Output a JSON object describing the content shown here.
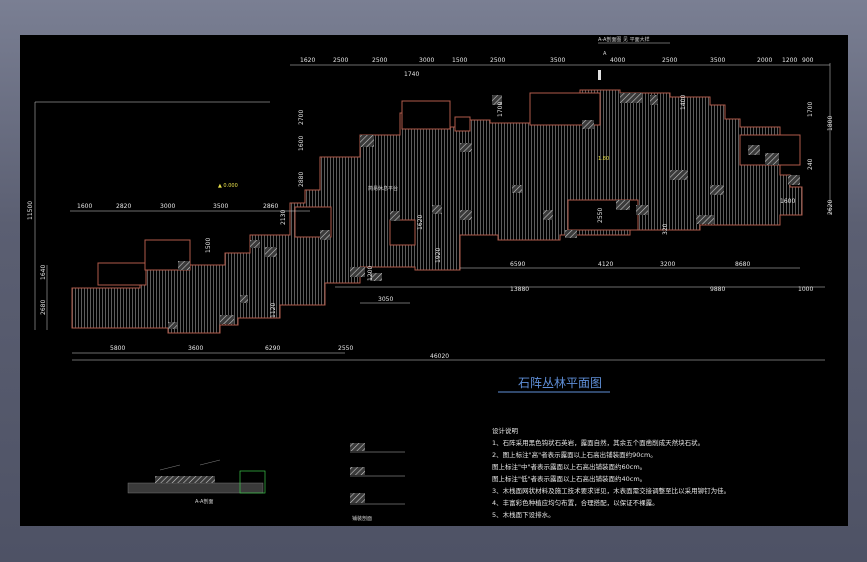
{
  "drawing": {
    "title": "石阵丛林平面图",
    "top_label": "A-A剖面图 见 平面大样",
    "section_mark": "A",
    "center_label": "简易休息平台",
    "dims_top_upper": [
      "1620",
      "2500",
      "2500",
      "3000",
      "1500",
      "2500",
      "3500",
      "4000",
      "2500",
      "3500",
      "2000",
      "1200",
      "900"
    ],
    "dim_1740": "1740",
    "dims_top_left": [
      "1600",
      "2820",
      "3000",
      "3500",
      "2860"
    ],
    "dims_bottom_right": [
      "6590",
      "4120",
      "3200",
      "8680"
    ],
    "dims_bottom_mid": [
      "13880",
      "9880",
      "1000"
    ],
    "dim_3050": "3050",
    "dims_bottom_left": [
      "5800",
      "3600",
      "6290",
      "2550"
    ],
    "total_dim": "46020",
    "left_vertical": "11500",
    "left_dims": [
      "1640",
      "2680"
    ],
    "inner_dims": [
      "2700",
      "1600",
      "2880",
      "2130",
      "1500",
      "1200",
      "1120",
      "1920",
      "1620",
      "2550",
      "1700",
      "1400",
      "320",
      "1700",
      "2620",
      "240",
      "1600",
      "1800"
    ],
    "notes_heading": "设计说明",
    "notes": [
      "1、石阵采用黑色钩状石英岩，露面自然，其余五个面凿削成天然块石状。",
      "2、图上标注\"高\"者表示露面以上石高出铺装面约90cm。",
      "   图上标注\"中\"者表示露面以上石高出铺装面约60cm。",
      "   图上标注\"低\"者表示露面以上石高出铺装面约40cm。",
      "3、木栈面网状材料及施工技术要求详见，木表面需交接调整至比以采用铆钉为佳。",
      "4、丰富彩色种植应均匀布置，合理搭配，以保证不裸露。",
      "5、木栈面下设排水。"
    ],
    "detail_label_1": "A-A剖面",
    "detail_label_2": "铺装剖面",
    "yellow_label_1": "▲ 0.000",
    "yellow_label_2": "1.80"
  }
}
